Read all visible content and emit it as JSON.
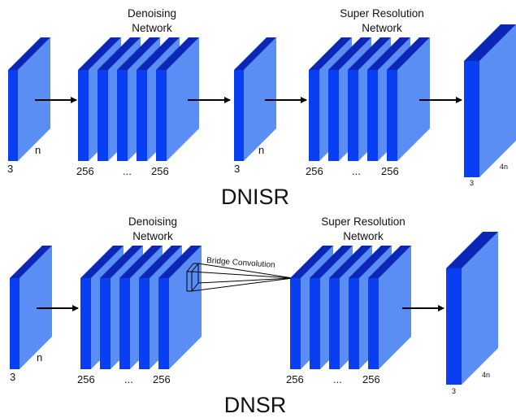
{
  "dnisr": {
    "title": "DNISR",
    "input": {
      "channels": "3",
      "size": "n"
    },
    "denoising": {
      "caption_line1": "Denoising",
      "caption_line2": "Network",
      "first": "256",
      "dots": "...",
      "last": "256"
    },
    "middle": {
      "channels": "3",
      "size": "n"
    },
    "super_res": {
      "caption_line1": "Super Resolution",
      "caption_line2": "Network",
      "first": "256",
      "dots": "...",
      "last": "256"
    },
    "output": {
      "channels": "3",
      "size": "4n"
    }
  },
  "dnsr": {
    "title": "DNSR",
    "input": {
      "channels": "3",
      "size": "n"
    },
    "denoising": {
      "caption_line1": "Denoising",
      "caption_line2": "Network",
      "first": "256",
      "dots": "...",
      "last": "256"
    },
    "bridge_label": "Bridge Convolution",
    "super_res": {
      "caption_line1": "Super Resolution",
      "caption_line2": "Network",
      "first": "256",
      "dots": "...",
      "last": "256"
    },
    "output": {
      "channels": "3",
      "size": "4n"
    }
  },
  "colors": {
    "front": "#0a3ef2",
    "side": "#5b8ef5",
    "top": "#0b27b8"
  }
}
